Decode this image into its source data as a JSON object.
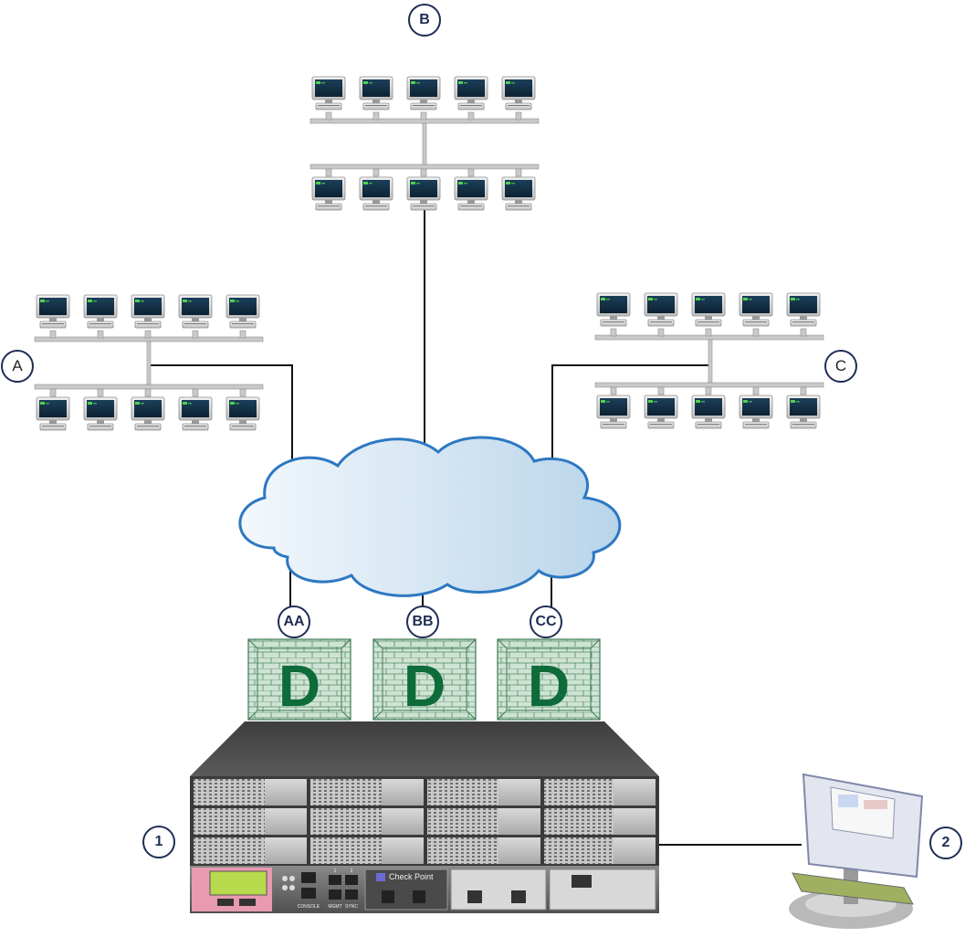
{
  "callouts": {
    "A": "A",
    "B": "B",
    "C": "C",
    "AA": "AA",
    "BB": "BB",
    "CC": "CC",
    "n1": "1",
    "n2": "2"
  },
  "gateways": [
    {
      "id": "AA",
      "letter": "D"
    },
    {
      "id": "BB",
      "letter": "D"
    },
    {
      "id": "CC",
      "letter": "D"
    }
  ],
  "appliance": {
    "brand": "Check Point",
    "port_labels": [
      "CONSOLE",
      "1",
      "2",
      "MGMT",
      "SYNC"
    ]
  },
  "networks": [
    {
      "id": "A",
      "rows": 2,
      "pcs_per_row": 5
    },
    {
      "id": "B",
      "rows": 2,
      "pcs_per_row": 5
    },
    {
      "id": "C",
      "rows": 2,
      "pcs_per_row": 5
    }
  ],
  "colors": {
    "callout_border": "#1f2d55",
    "firewall_fill": "#cfe3d4",
    "firewall_letter": "#0e6b3a",
    "cloud_edge": "#2d78c2"
  }
}
